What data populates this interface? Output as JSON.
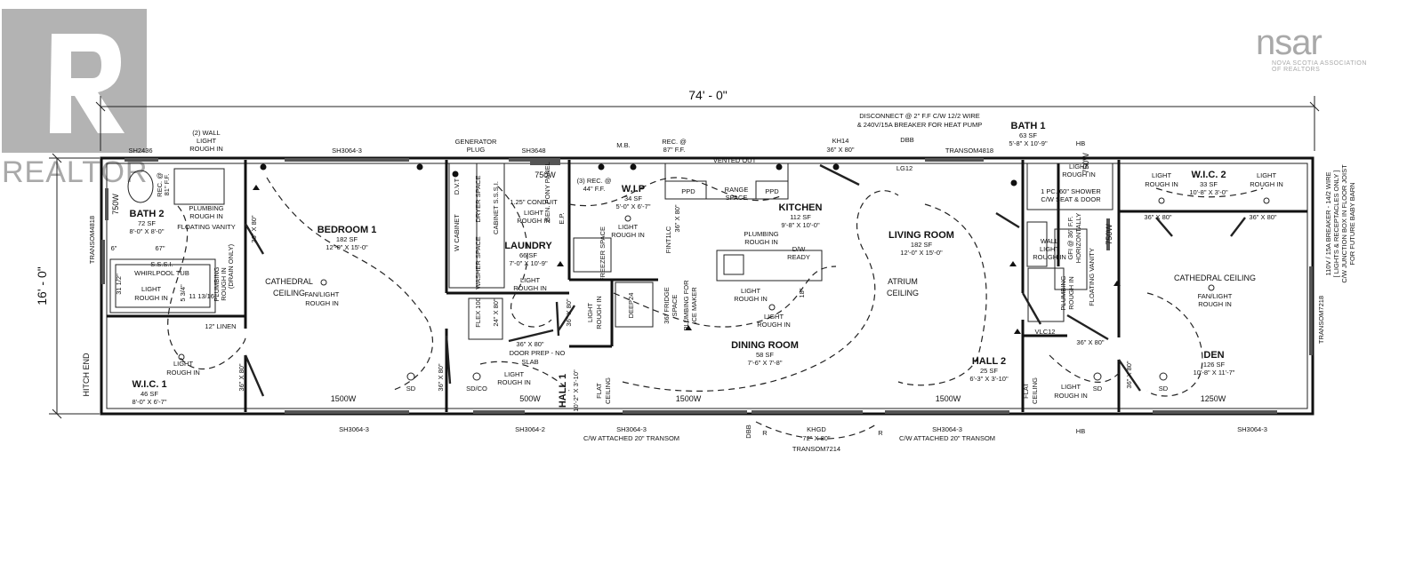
{
  "logos": {
    "realtor": "REALTOR",
    "nsar_mark": "nsar",
    "nsar_line1": "NOVA SCOTIA ASSOCIATION",
    "nsar_line2": "OF REALTORS"
  },
  "dimensions": {
    "width": "74' - 0\"",
    "height": "16' - 0\"",
    "hitch": "HITCH END"
  },
  "rooms": {
    "bath2": {
      "name": "BATH 2",
      "area": "72 SF",
      "size": "8'-0\" X 8'-0\""
    },
    "bedroom1": {
      "name": "BEDROOM 1",
      "area": "182 SF",
      "size": "12'-0\" X 15'-0\""
    },
    "wic1": {
      "name": "W.I.C. 1",
      "area": "46 SF",
      "size": "8'-0\" X 6'-7\""
    },
    "laundry": {
      "name": "LAUNDRY",
      "area": "66 SF",
      "size": "7'-0\" X 10'-9\""
    },
    "wip": {
      "name": "W.I.P",
      "area": "34 SF",
      "size": "5'-0\" X 6'-7\""
    },
    "hall1": {
      "name": "HALL 1",
      "size": "10'-2\" X 3'-10\""
    },
    "kitchen": {
      "name": "KITCHEN",
      "area": "112 SF",
      "size": "9'-8\" X 10'-0\""
    },
    "dining": {
      "name": "DINING ROOM",
      "area": "58 SF",
      "size": "7'-6\" X 7'-8\""
    },
    "living": {
      "name": "LIVING ROOM",
      "area": "182 SF",
      "size": "12'-0\" X 15'-0\""
    },
    "bath1": {
      "name": "BATH 1",
      "area": "63 SF",
      "size": "5'-8\" X 10'-9\""
    },
    "hall2": {
      "name": "HALL 2",
      "area": "25 SF",
      "size": "6'-3\" X 3'-10\""
    },
    "wic2": {
      "name": "W.I.C. 2",
      "area": "33 SF",
      "size": "10'-8\" X 3'-0\""
    },
    "den": {
      "name": "DEN",
      "area": "126 SF",
      "size": "10'-8\" X 11'-7\""
    }
  },
  "ceilings": {
    "cathedral_left_1": "CATHEDRAL",
    "cathedral_left_2": "CEILING",
    "atrium_1": "ATRIUM",
    "atrium_2": "CEILING",
    "cathedral_right": "CATHEDRAL CEILING",
    "flat": "FLAT",
    "flat_ceiling": "CEILING"
  },
  "windows": {
    "sh2436": "SH2436",
    "sh3064_top": "SH3064-3",
    "sh3648": "SH3648",
    "transom4818_top": "TRANSOM4818",
    "transom4818_left": "TRANSOM4818",
    "transom7218_right": "TRANSOM7218",
    "sh3064_bottom_left": "SH3064-3",
    "sh3064_2": "SH3064-2",
    "sh3064_bottom_mid": "SH3064-3",
    "sh3064_bottom_mid2": "SH3064-3",
    "sh3064_bottom_right": "SH3064-3",
    "attached_transom_1": "C/W ATTACHED 20\" TRANSOM",
    "attached_transom_2": "C/W ATTACHED 20\" TRANSOM",
    "khgd": "KHGD",
    "khgd_size": "72\" X 80\"",
    "transom7214": "TRANSOM7214",
    "kh14": "KH14",
    "kh14_size": "36\" X 80\"",
    "lg12": "LG12",
    "vlc12": "VLC12",
    "hb_top": "HB",
    "hb_bottom": "HB"
  },
  "heaters": {
    "h750_bath2": "750W",
    "h750_wip": "750W",
    "h750_bath1": "750W",
    "h750_right": "750W",
    "h1500_bed": "1500W",
    "h500_hall": "500W",
    "h1500_dining": "1500W",
    "h1500_living": "1500W",
    "h1250_den": "1250W"
  },
  "notes": {
    "two_wall_1": "(2) WALL",
    "two_wall_2": "LIGHT",
    "two_wall_3": "ROUGH IN",
    "rec81_1": "REC. @",
    "rec81_2": "81\" F.F.",
    "plumb_bath2_1": "PLUMBING",
    "plumb_bath2_2": "ROUGH IN",
    "floating_vanity_left": "FLOATING VANITY",
    "dim_67": "67\"",
    "dim_6": "6\"",
    "tub_1": "S.S.S.I.",
    "tub_2": "WHIRLPOOL TUB",
    "tub_light_1": "LIGHT",
    "tub_light_2": "ROUGH IN",
    "dim_31": "31 1/2\"",
    "dim_53": "5 3/4\"",
    "dim_11": "11 13/16\"",
    "plumb_drain_1": "PLUMBING",
    "plumb_drain_2": "ROUGH IN",
    "plumb_drain_3": "(DRAIN ONLY)",
    "linen": "12\" LINEN",
    "wic1_light_1": "LIGHT",
    "wic1_light_2": "ROUGH IN",
    "door_36_a": "36\" X 80\"",
    "door_36_b": "36\" X 80\"",
    "door_36_c": "36\" X 80\"",
    "fan_light_1": "FAN/LIGHT",
    "fan_light_2": "ROUGH IN",
    "generator_1": "GENERATOR",
    "generator_2": "PLUG",
    "dvt": "D.V.T",
    "w_cabinet": "W CABINET",
    "washer": "WASHER SPACE",
    "dryer": "DRYER SPACE",
    "cabinet_sssi": "CABINET S.S.S.I.",
    "conduit_1": "LIGHT",
    "conduit_2": "ROUGH IN",
    "conduit_3": "1.25\" CONDUIT",
    "gen_panel": "GEN. PONY PANEL",
    "ep": "E.P.",
    "rec44_1": "(3) REC. @",
    "rec44_2": "44\" F.F.",
    "wip_light_1": "LIGHT",
    "wip_light_2": "ROUGH IN",
    "freezer": "FREEZER SPACE",
    "laundry_light_1": "LIGHT",
    "laundry_light_2": "ROUGH IN",
    "flex_1": "FLEX 100",
    "flex_2": "24\" X 80\"",
    "door_prep_1": "36\" X 80\"",
    "door_prep_2": "DOOR PREP - NO",
    "door_prep_3": "SLAB",
    "sd_co": "SD/CO",
    "hall1_light_1": "LIGHT",
    "hall1_light_2": "ROUGH IN",
    "hall_door_36": "36\" X 80\"",
    "hall_light_1": "LIGHT",
    "hall_light_2": "ROUGH IN",
    "deep24": "DEEP24",
    "fridge_1": "36\" FRIDGE",
    "fridge_2": "SPACE",
    "ice_1": "PLUMBING FOR",
    "ice_2": "ICE MAKER",
    "mb": "M.B.",
    "rec87_1": "REC. @",
    "rec87_2": "87\" F.F.",
    "vented": "VENTED OUT",
    "ppd_1": "PPD",
    "ppd_2": "PPD",
    "range_1": "RANGE",
    "range_2": "SPACE",
    "fint": "FINT1LC",
    "fint_size": "36\" X 80\"",
    "island_plumb_1": "PLUMBING",
    "island_plumb_2": "ROUGH IN",
    "dw_1": "D/W",
    "dw_2": "READY",
    "kitchen_light_1": "LIGHT",
    "kitchen_light_2": "ROUGH IN",
    "dining_light_1": "LIGHT",
    "dining_light_2": "ROUGH IN",
    "dim_18": "18\"",
    "disconnect_1": "DISCONNECT @ 2\" F.F C/W 12/2 WIRE",
    "disconnect_2": "& 240V/15A BREAKER FOR HEAT PUMP",
    "dbb": "DBB",
    "bath1_light_1": "LIGHT",
    "bath1_light_2": "ROUGH IN",
    "shower_1": "1 PC. 60\" SHOWER",
    "shower_2": "C/W SEAT & DOOR",
    "wall_light_1": "WALL",
    "wall_light_2": "LIGHT",
    "wall_light_3": "ROUGH IN",
    "gfi_1": "GFI @ 36\" F.F.",
    "gfi_2": "HORIZONTALLY",
    "plumb_bath1_1": "PLUMBING",
    "plumb_bath1_2": "ROUGH IN",
    "floating_vanity_right": "FLOATING VANITY",
    "door_36_d": "36\" X 80\"",
    "hall2_light_1": "LIGHT",
    "hall2_light_2": "ROUGH IN",
    "wic2_light_l1": "LIGHT",
    "wic2_light_l2": "ROUGH IN",
    "wic2_light_r1": "LIGHT",
    "wic2_light_r2": "ROUGH IN",
    "door_36_e": "36\" X 80\"",
    "door_36_f": "36\" X 80\"",
    "den_fan_1": "FAN/LIGHT",
    "den_fan_2": "ROUGH IN",
    "door_36_g": "36\" X 80\"",
    "breaker_1": "110V / 15A BREAKER - 14/2 WIRE",
    "breaker_2": "[ LIGHTS & RECEPTACLES ONLY ]",
    "breaker_3": "C/W JUNCTION BOX IN FLOOR JOIST",
    "breaker_4": "FOR FUTURE BABY BARN",
    "sd": "SD",
    "r": "R"
  }
}
